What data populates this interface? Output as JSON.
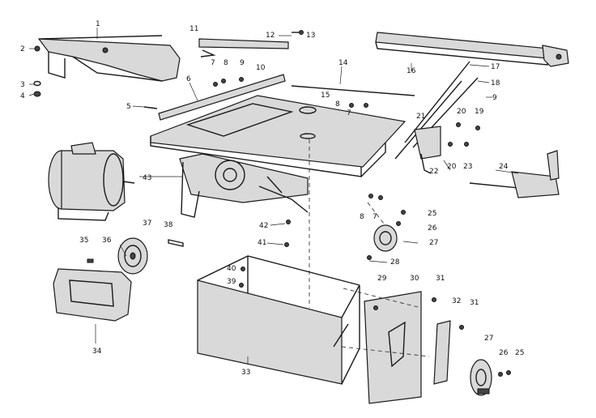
{
  "labels": {
    "p1": "1",
    "p2": "2",
    "p3": "3",
    "p4": "4",
    "p5": "5",
    "p6": "6",
    "p7a": "7",
    "p7b": "7",
    "p7c": "7",
    "p8a": "8",
    "p8b": "8",
    "p8c": "8",
    "p9a": "9",
    "p9b": "9",
    "p10": "10",
    "p11": "11",
    "p12": "12",
    "p13": "13",
    "p14": "14",
    "p15": "15",
    "p16": "16",
    "p17": "17",
    "p18": "18",
    "p19": "19",
    "p20a": "20",
    "p20b": "20",
    "p21": "21",
    "p22": "22",
    "p23": "23",
    "p24": "24",
    "p25a": "25",
    "p25b": "25",
    "p26a": "26",
    "p26b": "26",
    "p27a": "27",
    "p27b": "27",
    "p28": "28",
    "p29": "29",
    "p30": "30",
    "p31a": "31",
    "p31b": "31",
    "p32": "32",
    "p33": "33",
    "p34": "34",
    "p35": "35",
    "p36": "36",
    "p37": "37",
    "p38": "38",
    "p39": "39",
    "p40": "40",
    "p41": "41",
    "p42": "42",
    "p43": "43"
  }
}
